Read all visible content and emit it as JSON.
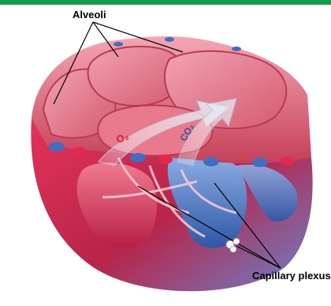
{
  "labels": {
    "alveoli": "Alveoli",
    "capillary_plexus": "Capillary plexus"
  },
  "gas_labels": {
    "oxygen": "O₂",
    "carbon_dioxide": "CO₂"
  },
  "colors": {
    "top_bar": "#1a9a4c",
    "alveolar_wall": "#d9566e",
    "alveolar_interior": "#e88294",
    "oxygenated_blood": "#e22a4e",
    "deoxygenated_blood": "#3f6fc0",
    "gas_arrow": "#dfe6ef"
  }
}
